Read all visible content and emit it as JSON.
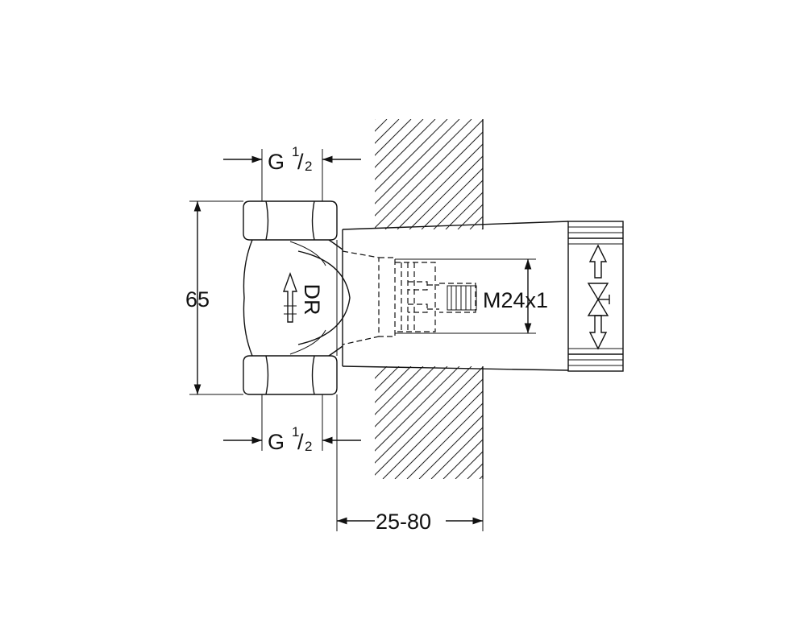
{
  "drawing": {
    "dim_height": "65",
    "dim_depth": "25-80",
    "thread_top": {
      "main": "G",
      "num": "1",
      "slash": "/",
      "den": "2"
    },
    "thread_bottom": {
      "main": "G",
      "num": "1",
      "slash": "/",
      "den": "2"
    },
    "spindle_thread": "M24x1",
    "body_marking": "DR",
    "icons": [
      "flow-arrow-icon",
      "open-arrow-icon",
      "valve-symbol-icon",
      "close-arrow-icon"
    ]
  }
}
